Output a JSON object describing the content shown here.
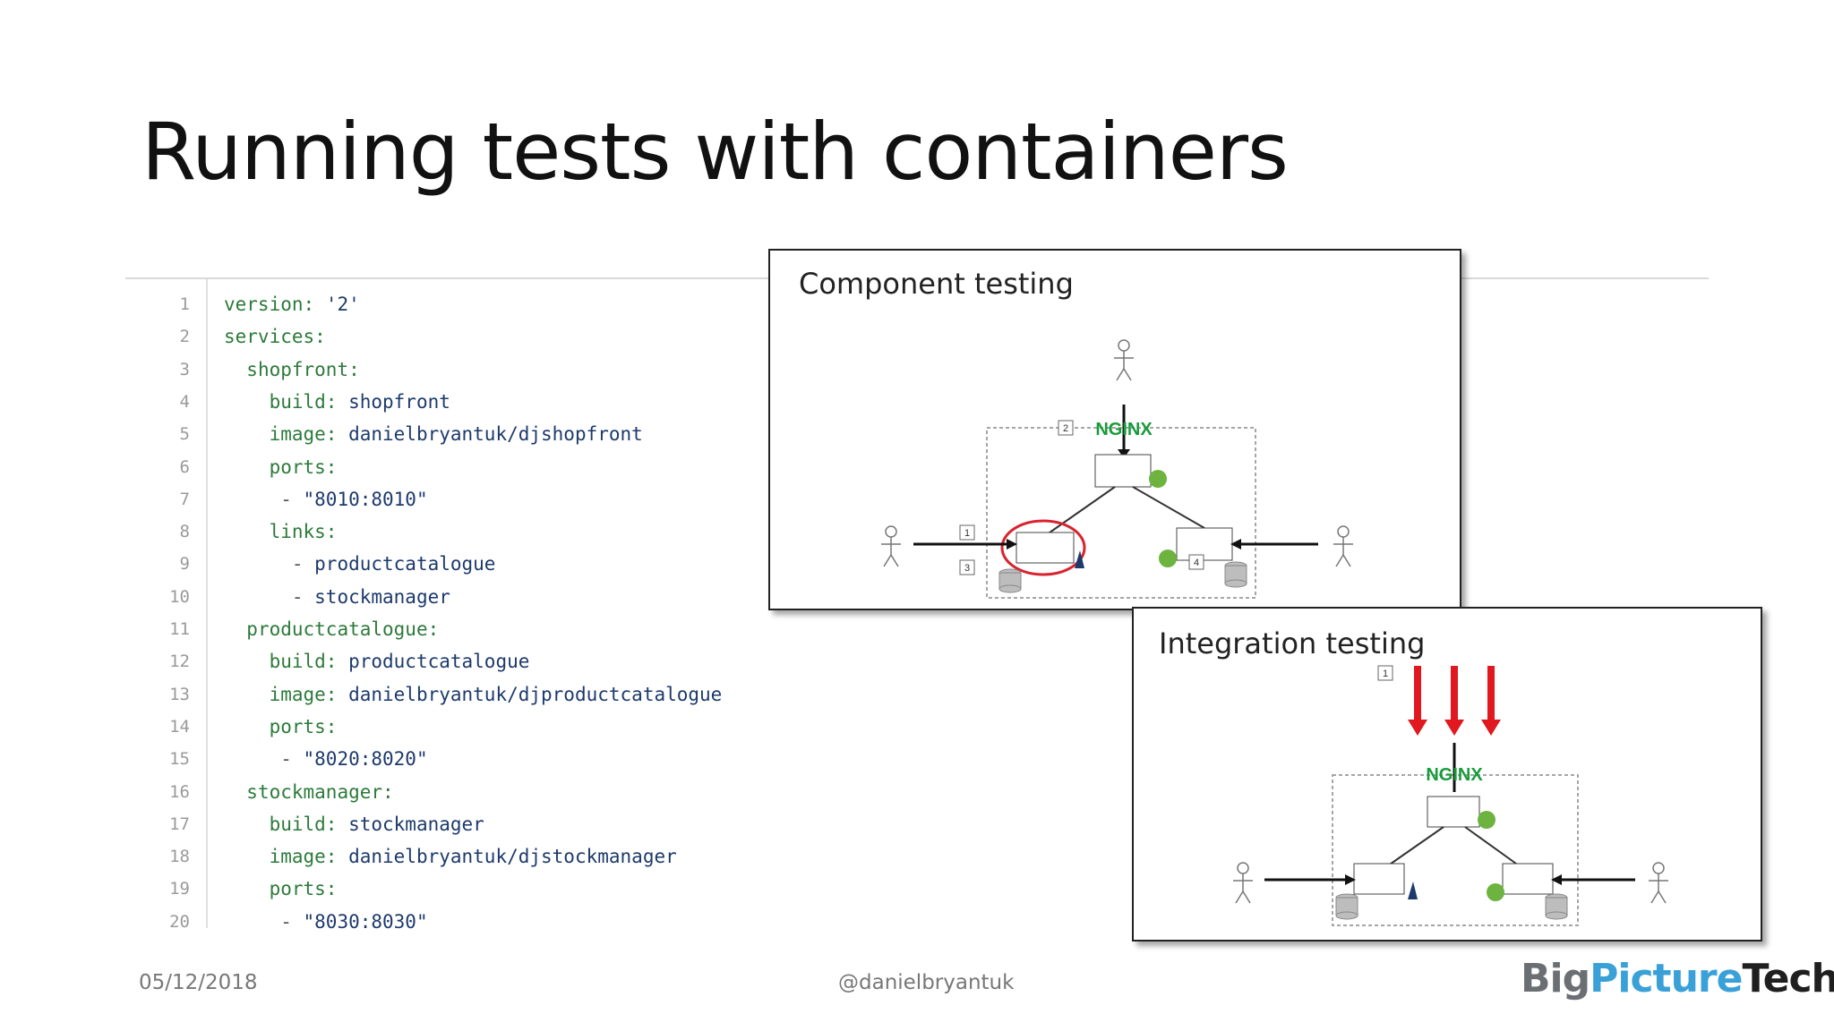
{
  "slide": {
    "title": "Running tests with containers"
  },
  "code": {
    "lines": [
      {
        "n": "1",
        "indent": "",
        "key": "version:",
        "value": "'2'"
      },
      {
        "n": "2",
        "indent": "",
        "key": "services:",
        "value": ""
      },
      {
        "n": "3",
        "indent": "  ",
        "key": "shopfront:",
        "value": ""
      },
      {
        "n": "4",
        "indent": "    ",
        "key": "build:",
        "value": "shopfront"
      },
      {
        "n": "5",
        "indent": "    ",
        "key": "image:",
        "value": "danielbryantuk/djshopfront"
      },
      {
        "n": "6",
        "indent": "    ",
        "key": "ports:",
        "value": ""
      },
      {
        "n": "7",
        "indent": "     - ",
        "key": "",
        "value": "\"8010:8010\""
      },
      {
        "n": "8",
        "indent": "    ",
        "key": "links:",
        "value": ""
      },
      {
        "n": "9",
        "indent": "      - ",
        "key": "",
        "value": "productcatalogue"
      },
      {
        "n": "10",
        "indent": "      - ",
        "key": "",
        "value": "stockmanager"
      },
      {
        "n": "11",
        "indent": "  ",
        "key": "productcatalogue:",
        "value": ""
      },
      {
        "n": "12",
        "indent": "    ",
        "key": "build:",
        "value": "productcatalogue"
      },
      {
        "n": "13",
        "indent": "    ",
        "key": "image:",
        "value": "danielbryantuk/djproductcatalogue"
      },
      {
        "n": "14",
        "indent": "    ",
        "key": "ports:",
        "value": ""
      },
      {
        "n": "15",
        "indent": "     - ",
        "key": "",
        "value": "\"8020:8020\""
      },
      {
        "n": "16",
        "indent": "  ",
        "key": "stockmanager:",
        "value": ""
      },
      {
        "n": "17",
        "indent": "    ",
        "key": "build:",
        "value": "stockmanager"
      },
      {
        "n": "18",
        "indent": "    ",
        "key": "image:",
        "value": "danielbryantuk/djstockmanager"
      },
      {
        "n": "19",
        "indent": "    ",
        "key": "ports:",
        "value": ""
      },
      {
        "n": "20",
        "indent": "     - ",
        "key": "",
        "value": "\"8030:8030\""
      }
    ]
  },
  "component_panel": {
    "title": "Component testing",
    "nginx": "NGINX",
    "badges": [
      "1",
      "2",
      "3",
      "4"
    ]
  },
  "integration_panel": {
    "title": "Integration testing",
    "nginx": "NGINX",
    "badges": [
      "1"
    ]
  },
  "footer": {
    "date": "05/12/2018",
    "handle": "@danielbryantuk",
    "logo": {
      "part1": "Big",
      "part2": "Picture",
      "part3": "Tech"
    }
  },
  "colors": {
    "nginx_green": "#1a9b3c",
    "spring_green": "#6db33f",
    "highlight_red": "#d9232e",
    "logo_blue": "#3aa0d8"
  }
}
